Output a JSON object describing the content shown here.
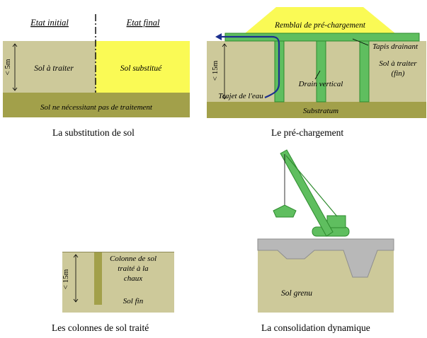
{
  "panel1": {
    "header_left": "Etat initial",
    "header_right": "Etat final",
    "depth": "< 5m",
    "soil_left": "Sol à traiter",
    "soil_right": "Sol substitué",
    "base": "Sol ne nécessitant pas de traitement",
    "caption": "La substitution de sol"
  },
  "panel2": {
    "embankment": "Remblai de pré-chargement",
    "blanket": "Tapis drainant",
    "soil": "Sol à traiter",
    "soil_note": "(fin)",
    "depth": "< 15m",
    "drain": "Drain vertical",
    "water": "Trajet de l'eau",
    "base": "Substratum",
    "caption": "Le pré-chargement"
  },
  "panel3": {
    "depth": "< 15m",
    "column_l1": "Colonne de sol",
    "column_l2": "traité à la",
    "column_l3": "chaux",
    "soil": "Sol fin",
    "caption": "Les colonnes de sol traité"
  },
  "panel4": {
    "soil": "Sol grenu",
    "caption": "La consolidation dynamique"
  },
  "colors": {
    "soil": "#cdc99a",
    "substituted": "#fafa55",
    "base": "#a2a04a",
    "green": "#5fbe5f",
    "green_dark": "#2e8b2e",
    "water": "#1c2f8e",
    "concrete": "#b8b8b8"
  }
}
